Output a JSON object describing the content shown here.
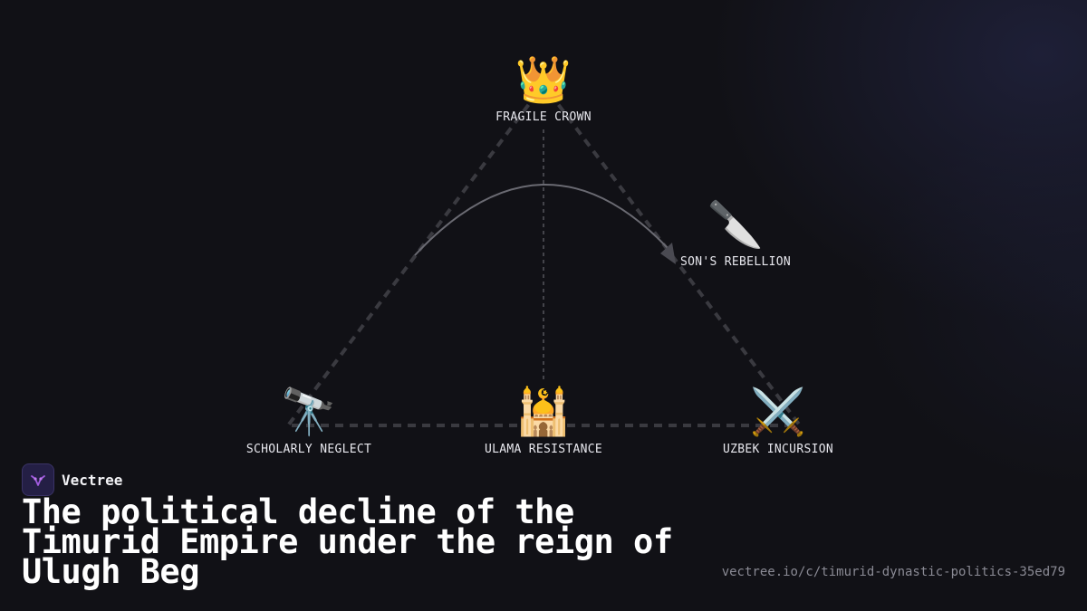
{
  "nodes": {
    "top": {
      "emoji": "👑",
      "icon": "crown-icon",
      "label": "FRAGILE CROWN"
    },
    "right": {
      "emoji": "🔪",
      "icon": "knife-icon",
      "label": "SON'S REBELLION"
    },
    "bottom_left": {
      "emoji": "🔭",
      "icon": "telescope-icon",
      "label": "SCHOLARLY NEGLECT"
    },
    "bottom_middle": {
      "emoji": "🕌",
      "icon": "mosque-icon",
      "label": "ULAMA RESISTANCE"
    },
    "bottom_right": {
      "emoji": "⚔️",
      "icon": "crossed-swords-icon",
      "label": "UZBEK INCURSION"
    }
  },
  "brand": {
    "name": "Vectree",
    "logo_icon": "vectree-logo-icon",
    "accent": "#a15be0"
  },
  "title": "The political decline of the Timurid Empire under the reign of Ulugh Beg",
  "url": "vectree.io/c/timurid-dynastic-politics-35ed79",
  "colors": {
    "background": "#111116",
    "edge": "#3a3a40",
    "arc": "#6a6a72"
  }
}
